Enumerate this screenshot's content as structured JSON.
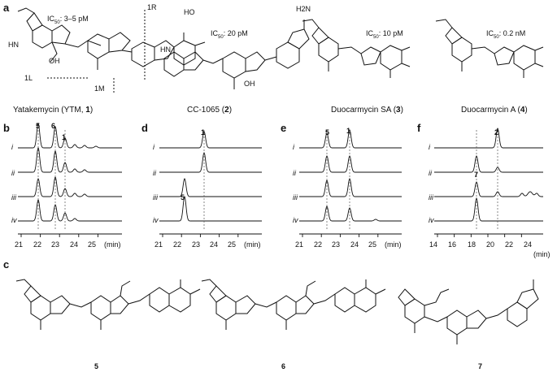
{
  "panels": {
    "a": "a",
    "b": "b",
    "c": "c",
    "d": "d",
    "e": "e",
    "f": "f"
  },
  "structures": [
    {
      "name_pre": "Yatakemycin (YTM, ",
      "num": "1",
      "name_post": ")",
      "ic50_pre": "IC",
      "ic50_sub": "50",
      "ic50_post": ": 3–5 pM",
      "atom_labels": [
        "1R",
        "1L",
        "1M",
        "HO",
        "OH",
        "HN"
      ]
    },
    {
      "name_pre": "CC-1065 (",
      "num": "2",
      "name_post": ")",
      "ic50_pre": "IC",
      "ic50_sub": "50",
      "ic50_post": ": 20 pM",
      "atom_labels": [
        "H2N",
        "HN",
        "OH"
      ]
    },
    {
      "name_pre": "Duocarmycin SA (",
      "num": "3",
      "name_post": ")",
      "ic50_pre": "IC",
      "ic50_sub": "50",
      "ic50_post": ": 10 pM"
    },
    {
      "name_pre": "Duocarmycin A (",
      "num": "4",
      "name_post": ")",
      "ic50_pre": "IC",
      "ic50_sub": "50",
      "ic50_post": ": 0.2 nM"
    }
  ],
  "traces": {
    "row_labels": [
      "i",
      "ii",
      "iii",
      "iv"
    ],
    "b": {
      "peaks": [
        "5",
        "6",
        "1"
      ],
      "ticks": [
        "21",
        "22",
        "23",
        "24",
        "25",
        "(min)"
      ]
    },
    "d": {
      "peaks": [
        "1",
        "5"
      ],
      "ticks": [
        "21",
        "22",
        "23",
        "24",
        "25",
        "(min)"
      ]
    },
    "e": {
      "peaks": [
        "5",
        "1"
      ],
      "ticks": [
        "21",
        "22",
        "23",
        "24",
        "25",
        "(min)"
      ]
    },
    "f": {
      "peaks": [
        "2",
        "7"
      ],
      "ticks": [
        "14",
        "16",
        "18",
        "20",
        "22",
        "24",
        "(min)"
      ]
    }
  },
  "compounds_c": [
    "5",
    "6",
    "7"
  ],
  "colors": {
    "line": "#111111",
    "dashed": "#555555"
  }
}
